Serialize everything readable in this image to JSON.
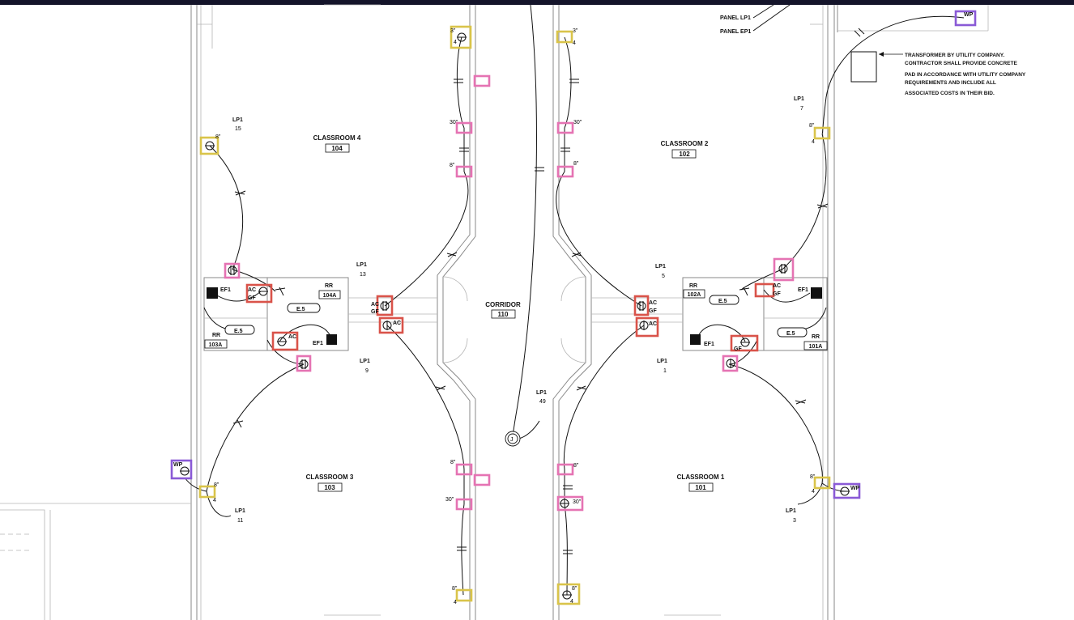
{
  "rooms": {
    "classroom4": {
      "name": "CLASSROOM 4",
      "num": "104"
    },
    "classroom2": {
      "name": "CLASSROOM 2",
      "num": "102"
    },
    "classroom3": {
      "name": "CLASSROOM 3",
      "num": "103"
    },
    "classroom1": {
      "name": "CLASSROOM 1",
      "num": "101"
    },
    "corridor": {
      "name": "CORRIDOR",
      "num": "110"
    },
    "rr104a": {
      "name": "RR",
      "num": "104A"
    },
    "rr103a": {
      "name": "RR",
      "num": "103A"
    },
    "rr102a": {
      "name": "RR",
      "num": "102A"
    },
    "rr101a": {
      "name": "RR",
      "num": "101A"
    }
  },
  "panels": {
    "lp1": "PANEL LP1",
    "ep1": "PANEL EP1"
  },
  "transformer_note": [
    "TRANSFORMER BY UTILITY COMPANY.",
    "CONTRACTOR SHALL PROVIDE CONCRETE",
    "PAD IN ACCORDANCE WITH UTILITY COMPANY",
    "REQUIREMENTS AND INCLUDE ALL",
    "ASSOCIATED COSTS IN THEIR BID."
  ],
  "homeruns": {
    "panel": "LP1",
    "c15": "15",
    "c13": "13",
    "c9": "9",
    "c11": "11",
    "c49": "49",
    "c7": "7",
    "c5": "5",
    "c1": "1",
    "c3": "3"
  },
  "labels": {
    "ef": "EF1",
    "e5": "E.5",
    "ac": "AC",
    "gf": "GF",
    "wp": "WP",
    "h8": "8\"",
    "h30": "30\"",
    "h3": "3\"",
    "c4": "4",
    "j": "J"
  },
  "highlight_colors": {
    "yellow": "#d9c44a",
    "pink": "#e573b3",
    "red": "#d9534a",
    "purple": "#8a5ad6"
  }
}
